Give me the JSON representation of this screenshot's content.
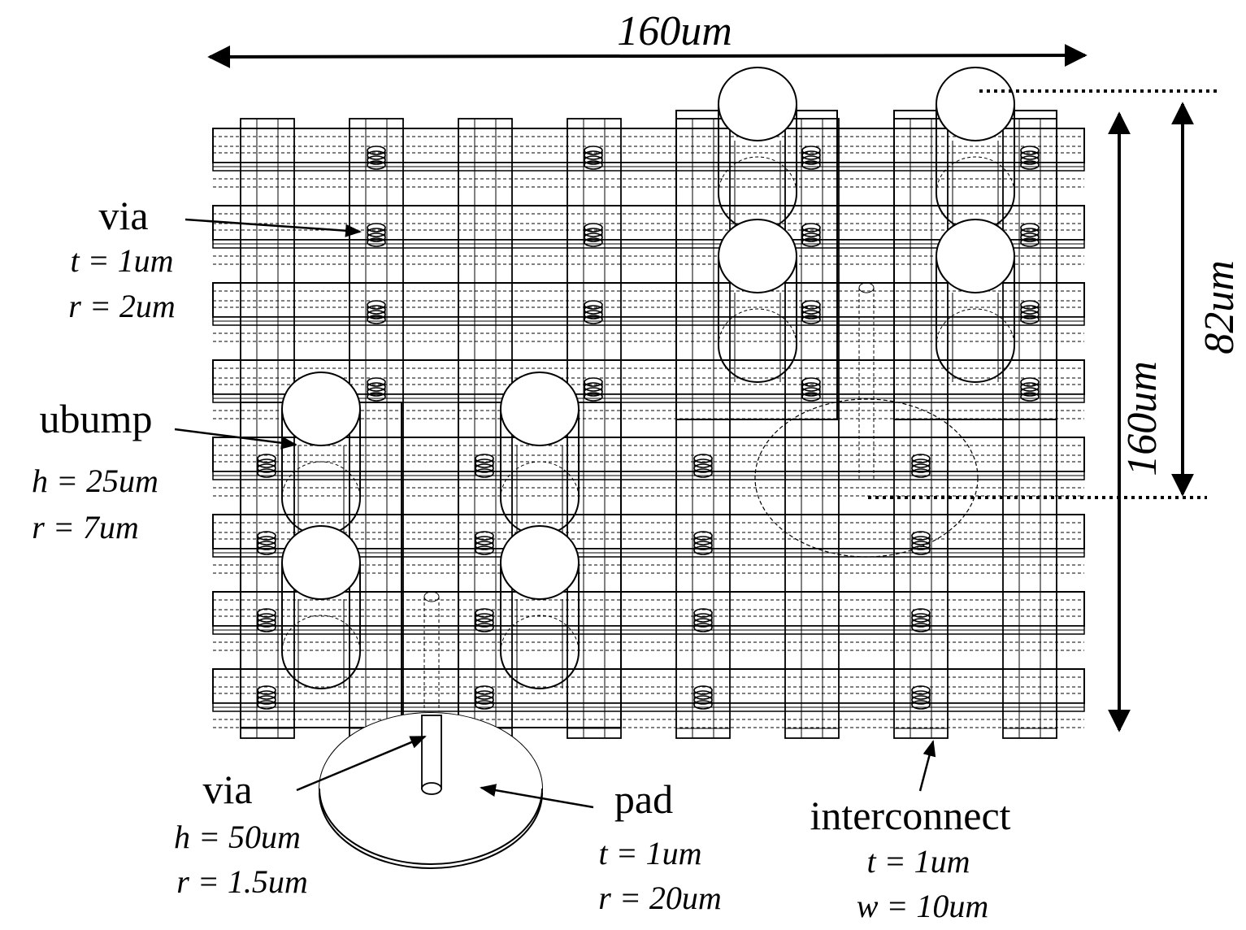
{
  "dimensions": {
    "width_top": "160um",
    "height_right": "160um",
    "ubump_region_height": "82um"
  },
  "labels": {
    "via_small": {
      "name": "via",
      "t": "t = 1um",
      "r": "r = 2um"
    },
    "ubump": {
      "name": "ubump",
      "h": "h = 25um",
      "r": "r = 7um"
    },
    "via_tall": {
      "name": "via",
      "h": "h = 50um",
      "r": "r = 1.5um"
    },
    "pad": {
      "name": "pad",
      "t": "t = 1um",
      "r": "r = 20um"
    },
    "interconnect": {
      "name": "interconnect",
      "t": "t = 1um",
      "w": "w = 10um"
    }
  }
}
